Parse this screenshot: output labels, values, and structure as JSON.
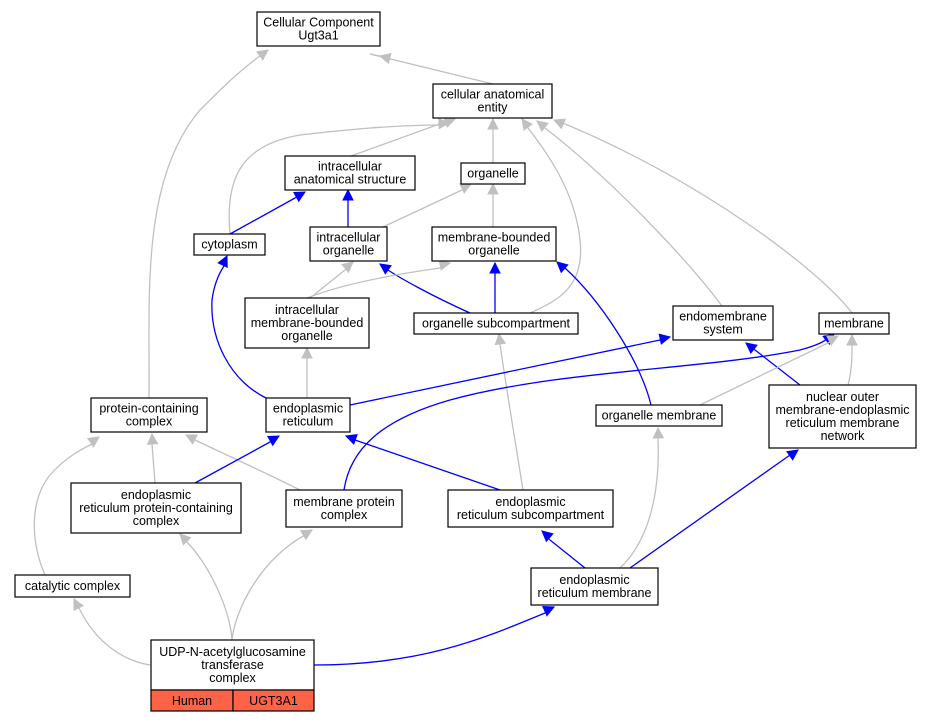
{
  "colors": {
    "gray_edge": "#c0c0c0",
    "blue_edge": "#0000ff",
    "node_border": "#000000",
    "highlight_cell": "#ff6347"
  },
  "nodes": {
    "root": [
      "Cellular Component",
      "Ugt3a1"
    ],
    "cae": [
      "cellular anatomical",
      "entity"
    ],
    "ias": [
      "intracellular",
      "anatomical structure"
    ],
    "organelle": [
      "organelle"
    ],
    "cytoplasm": [
      "cytoplasm"
    ],
    "iorg": [
      "intracellular",
      "organelle"
    ],
    "mbo": [
      "membrane-bounded",
      "organelle"
    ],
    "imbo": [
      "intracellular",
      "membrane-bounded",
      "organelle"
    ],
    "osub": [
      "organelle subcompartment"
    ],
    "endo": [
      "endomembrane",
      "system"
    ],
    "membrane": [
      "membrane"
    ],
    "pcc": [
      "protein-containing",
      "complex"
    ],
    "er": [
      "endoplasmic",
      "reticulum"
    ],
    "om": [
      "organelle membrane"
    ],
    "nomerm": [
      "nuclear outer",
      "membrane-endoplasmic",
      "reticulum membrane",
      "network"
    ],
    "erpcc": [
      "endoplasmic",
      "reticulum protein-containing",
      "complex"
    ],
    "mpc": [
      "membrane protein",
      "complex"
    ],
    "ersub": [
      "endoplasmic",
      "reticulum subcompartment"
    ],
    "cc": [
      "catalytic complex"
    ],
    "erm": [
      "endoplasmic",
      "reticulum membrane"
    ],
    "udp": [
      "UDP-N-acetylglucosamine",
      "transferase",
      "complex"
    ]
  },
  "udp_cells": [
    "Human",
    "UGT3A1"
  ]
}
